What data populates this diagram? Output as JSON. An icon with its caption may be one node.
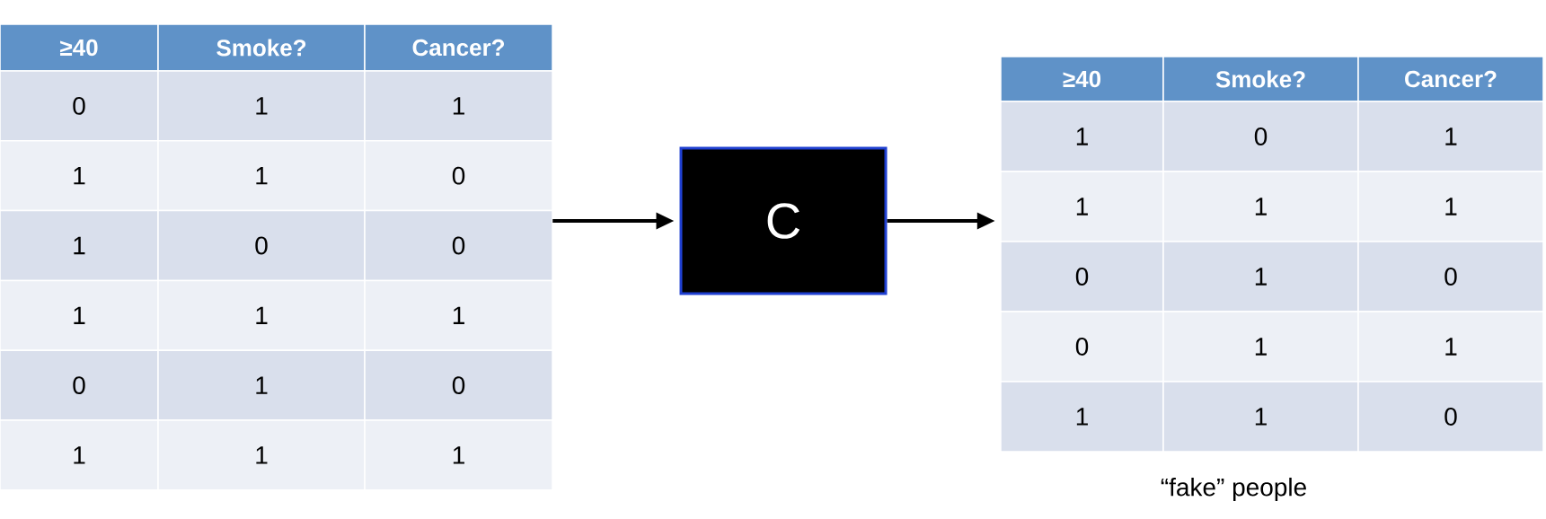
{
  "diagram": {
    "nodes": [
      {
        "text": [
          "≥40",
          "Smoke?",
          "Cancer?",
          "0",
          "1",
          "1",
          "1",
          "1",
          "0",
          "1",
          "0",
          "0",
          "1",
          "1",
          "1",
          "0",
          "1",
          "0",
          "1",
          "1",
          "1"
        ]
      },
      {
        "text": [
          "C"
        ]
      },
      {
        "text": [
          "≥40",
          "Smoke?",
          "Cancer?",
          "1",
          "0",
          "1",
          "1",
          "1",
          "1",
          "0",
          "1",
          "0",
          "0",
          "1",
          "1",
          "1",
          "1",
          "0"
        ],
        "beside": [
          "“fake” people"
        ]
      }
    ],
    "edges": [
      {
        "from": 0,
        "to": 1,
        "arrow": "to"
      },
      {
        "from": 1,
        "to": 2,
        "arrow": "to"
      }
    ]
  }
}
